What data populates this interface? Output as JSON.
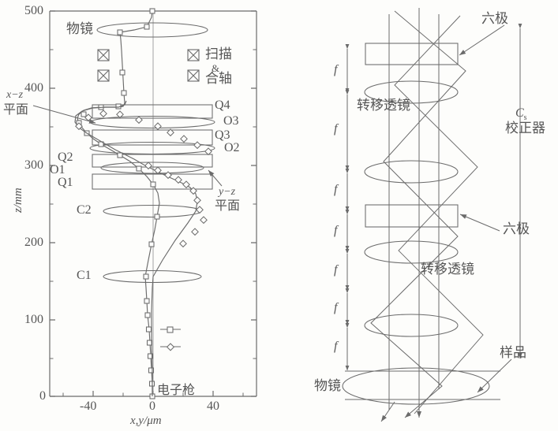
{
  "figure": {
    "kind": "two-panel optical ray diagram of a Cs-corrected scanning transmission electron microscope column",
    "stroke": "#6b6b6b",
    "text_color": "#565656",
    "background": "#fdfdfb"
  },
  "left_panel": {
    "name": "electron-optical-ray-trace-plot",
    "axes": {
      "y_label": "z/mm",
      "y_ticks": [
        "0",
        "100",
        "200",
        "300",
        "400",
        "500"
      ],
      "y_min": 0,
      "y_max": 500,
      "y_minor_step": 50,
      "x_label": "x,y/μm",
      "x_ticks": [
        "-40",
        "0",
        "40"
      ],
      "x_min": -70,
      "x_max": 70,
      "x_minor_step": 20
    },
    "elements": [
      {
        "label": "物镜",
        "type": "lens-ellipse",
        "z": 478
      },
      {
        "label": "Q4",
        "type": "quadrupole-box",
        "z": 358
      },
      {
        "label": "O3",
        "type": "lens-ellipse",
        "z": 340
      },
      {
        "label": "Q3",
        "type": "quadrupole-box",
        "z": 327
      },
      {
        "label": "O2",
        "type": "lens-ellipse",
        "z": 306
      },
      {
        "label": "Q2",
        "type": "quadrupole-box",
        "z": 296
      },
      {
        "label": "O1",
        "type": "lens-ellipse",
        "z": 288
      },
      {
        "label": "Q1",
        "type": "quadrupole-box",
        "z": 272
      },
      {
        "label": "C2",
        "type": "lens-ellipse",
        "z": 232
      },
      {
        "label": "C1",
        "type": "lens-ellipse",
        "z": 139
      },
      {
        "label": "电子枪",
        "type": "source",
        "z": 0
      }
    ],
    "deflectors": {
      "label_line1": "扫描",
      "label_line2": "&",
      "label_line3": "合轴",
      "count": 4,
      "glyph": "crossed-box"
    },
    "annotations": [
      {
        "name": "x-z-plane-callout",
        "line1": "x−z",
        "line2": "平面"
      },
      {
        "name": "y-z-plane-callout",
        "line1": "y−z",
        "line2": "平面"
      }
    ],
    "legend": [
      {
        "marker": "square",
        "name": "x-z-trajectory"
      },
      {
        "marker": "diamond",
        "name": "y-z-trajectory"
      }
    ]
  },
  "right_panel": {
    "name": "cs-corrector-schematic",
    "focal_label": "f",
    "focal_segment_count": 7,
    "labels": {
      "hexapole_upper": "六极",
      "hexapole_lower": "六极",
      "transfer_lens_upper": "转移透镜",
      "transfer_lens_lower": "转移透镜",
      "objective": "物镜",
      "specimen": "样品",
      "corrector_symbol": "C",
      "corrector_subscript": "s",
      "corrector_name": "校正器"
    },
    "elements": [
      {
        "type": "hexapole-box",
        "label": "六极"
      },
      {
        "type": "transfer-lens-ellipse",
        "label": "转移透镜"
      },
      {
        "type": "transfer-lens-ellipse",
        "label": ""
      },
      {
        "type": "hexapole-box",
        "label": "六极"
      },
      {
        "type": "transfer-lens-ellipse",
        "label": "转移透镜"
      },
      {
        "type": "transfer-lens-ellipse",
        "label": ""
      },
      {
        "type": "objective-lens-ellipse",
        "label": "物镜"
      },
      {
        "type": "specimen-plane",
        "label": "样品"
      }
    ]
  }
}
